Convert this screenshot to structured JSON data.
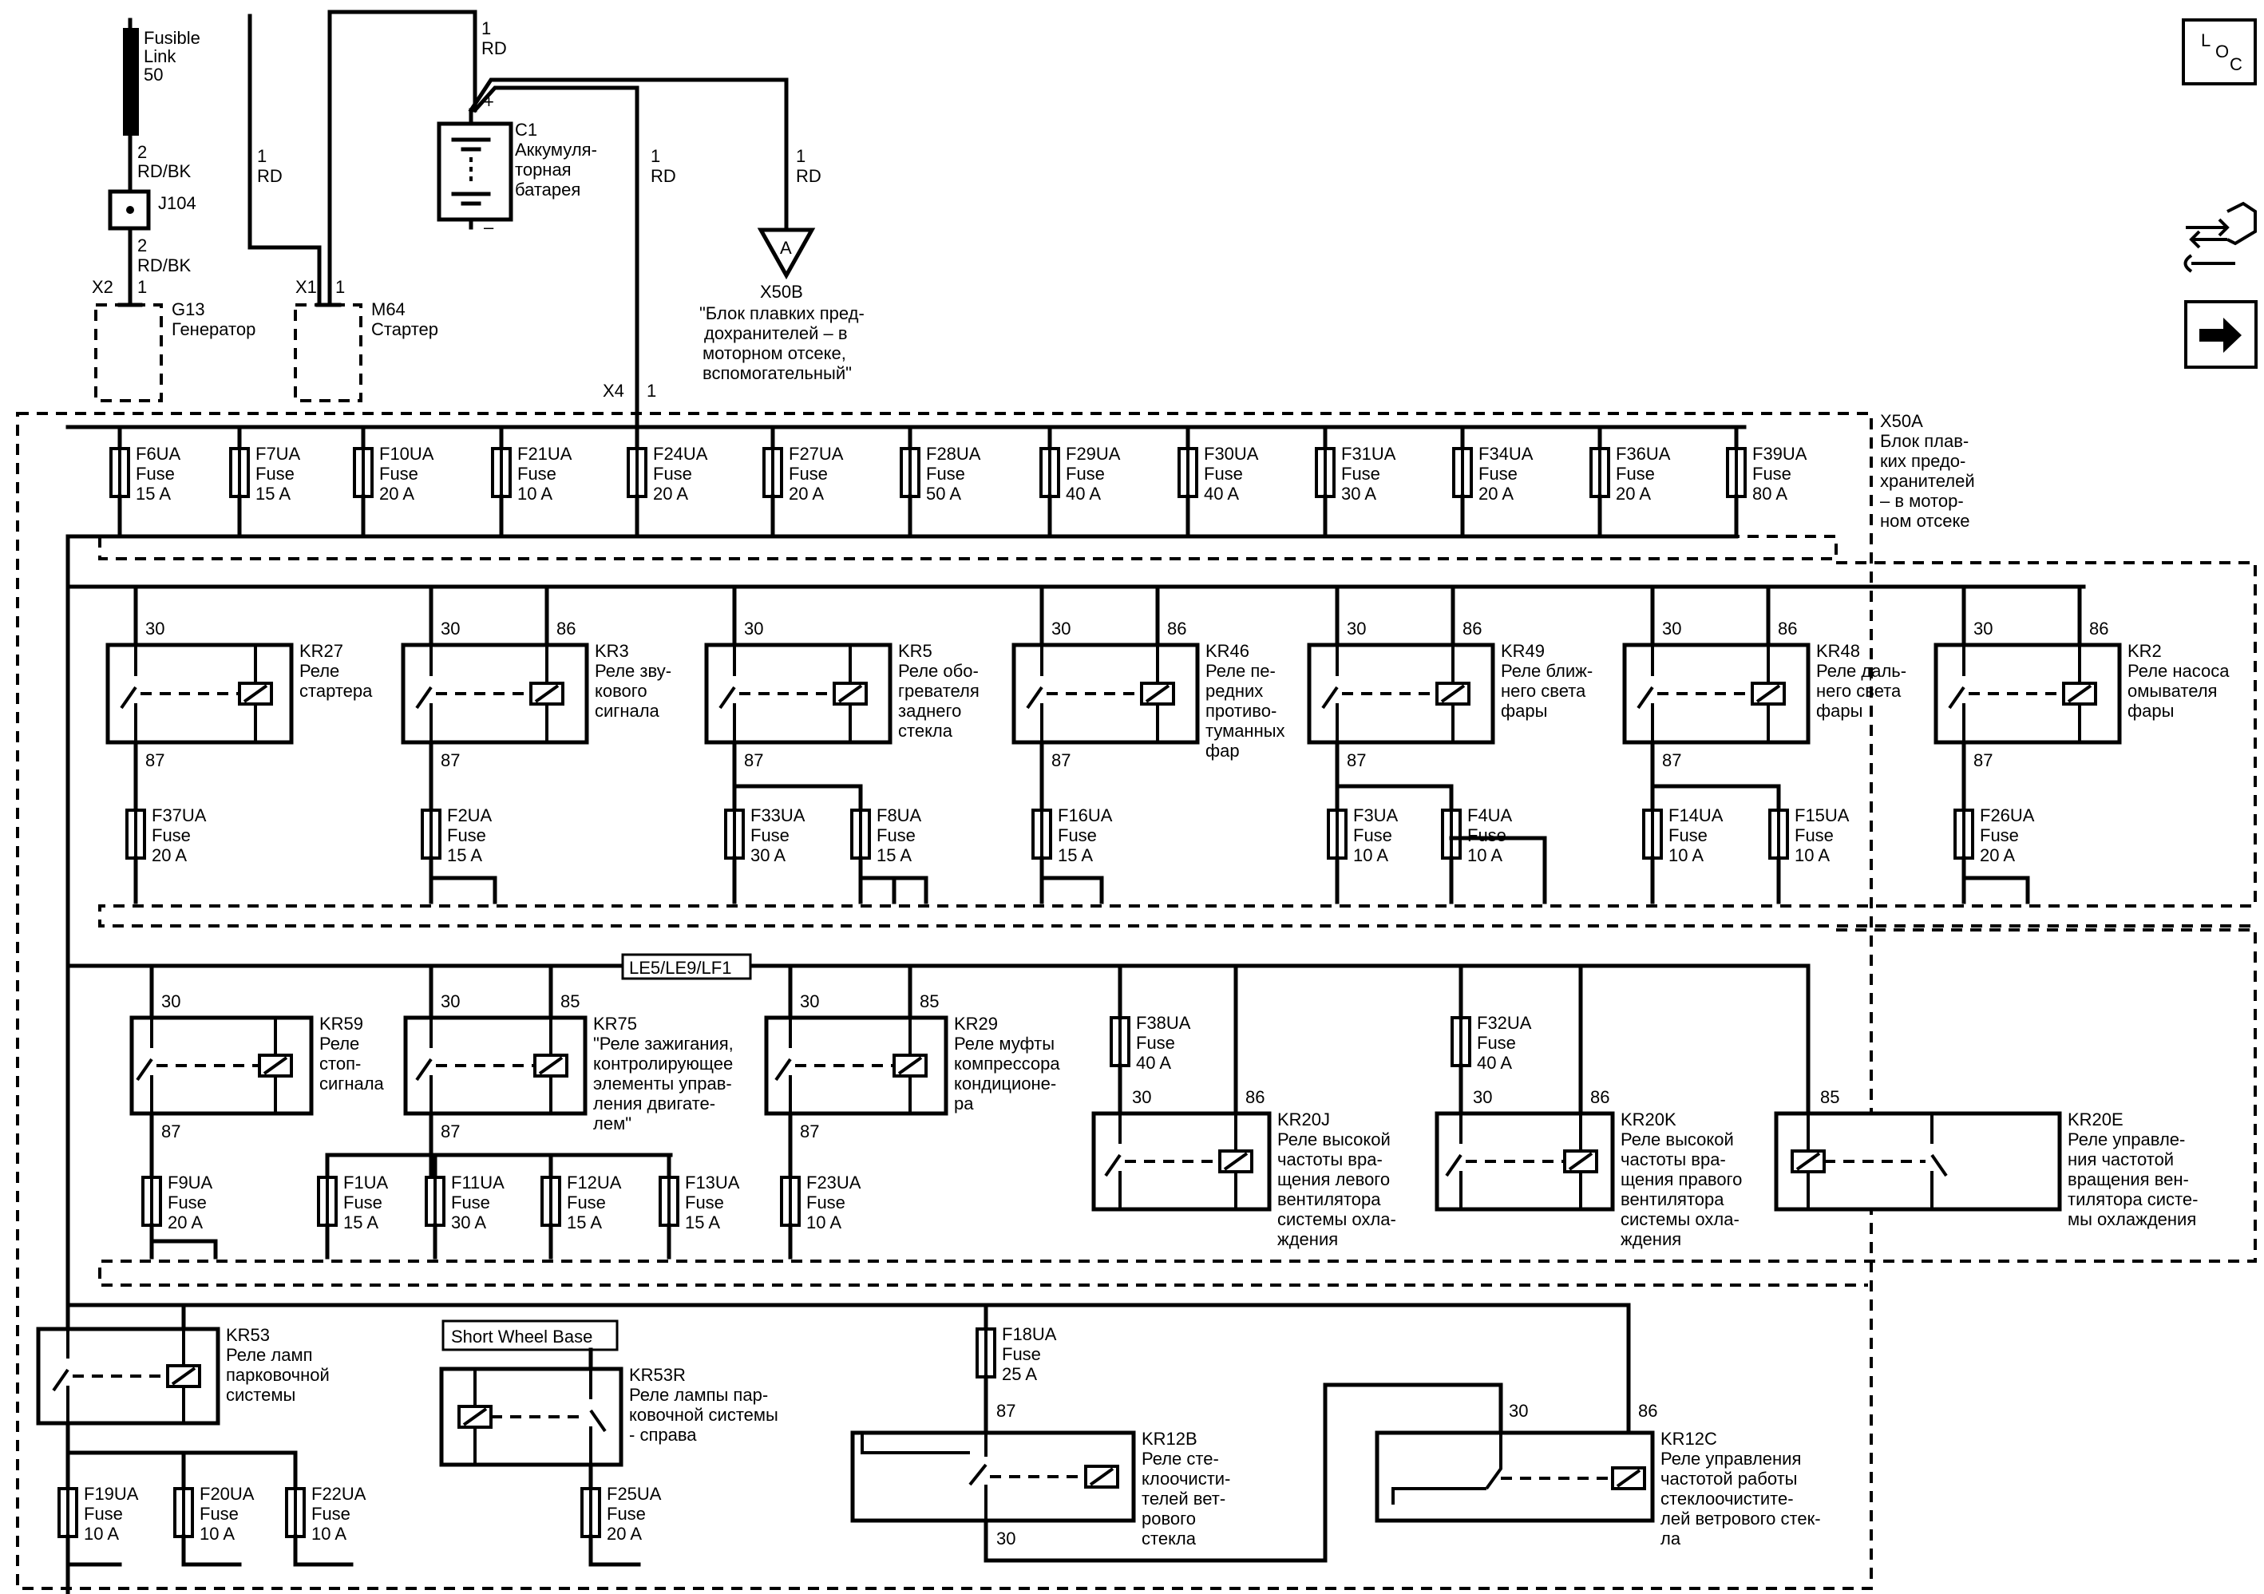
{
  "top": {
    "fusible_link": [
      "Fusible",
      "Link",
      "50"
    ],
    "j104": "J104",
    "wire_rdbk": [
      "2",
      "RD/BK"
    ],
    "wire_1rd": [
      "1",
      "RD"
    ],
    "battery": [
      "C1",
      "Аккумуля-",
      "торная",
      "батарея"
    ],
    "battery_plus": "+",
    "battery_minus": "–",
    "x2": "X2",
    "x2_pin": "1",
    "x1": "X1",
    "x1_pin": "1",
    "generator": [
      "G13",
      "Генератор"
    ],
    "starter": [
      "M64",
      "Стартер"
    ],
    "x4": "X4",
    "x4_pin": "1",
    "x50b_letter": "A",
    "x50b": [
      "X50B",
      "\"Блок плавких пред-",
      "дохранителей – в",
      "моторном отсеке,",
      "вспомогательный\""
    ]
  },
  "x50a": [
    "X50A",
    "Блок плав-",
    "ких предо-",
    "хранителей",
    "– в мотор-",
    "ном отсеке"
  ],
  "icons": {
    "loc": [
      "L",
      "O",
      "C"
    ]
  },
  "fuse_word": "Fuse",
  "row1_fuses": [
    {
      "name": "F6UA",
      "amp": "15 A"
    },
    {
      "name": "F7UA",
      "amp": "15 A"
    },
    {
      "name": "F10UA",
      "amp": "20 A"
    },
    {
      "name": "F21UA",
      "amp": "10 A"
    },
    {
      "name": "F24UA",
      "amp": "20 A"
    },
    {
      "name": "F27UA",
      "amp": "20 A"
    },
    {
      "name": "F28UA",
      "amp": "50 A"
    },
    {
      "name": "F29UA",
      "amp": "40 A"
    },
    {
      "name": "F30UA",
      "amp": "40 A"
    },
    {
      "name": "F31UA",
      "amp": "30 A"
    },
    {
      "name": "F34UA",
      "amp": "20 A"
    },
    {
      "name": "F36UA",
      "amp": "20 A"
    },
    {
      "name": "F39UA",
      "amp": "80 A"
    }
  ],
  "row2_relays": [
    {
      "id": "KR27",
      "desc": [
        "Реле",
        "стартера"
      ],
      "p30": "30",
      "p86": "",
      "p87": "87"
    },
    {
      "id": "KR3",
      "desc": [
        "Реле зву-",
        "кового",
        "сигнала"
      ],
      "p30": "30",
      "p86": "86",
      "p87": "87"
    },
    {
      "id": "KR5",
      "desc": [
        "Реле обо-",
        "гревателя",
        "заднего",
        "стекла"
      ],
      "p30": "30",
      "p86": "",
      "p87": "87"
    },
    {
      "id": "KR46",
      "desc": [
        "Реле пе-",
        "редних",
        "противо-",
        "туманных",
        "фар"
      ],
      "p30": "30",
      "p86": "86",
      "p87": "87"
    },
    {
      "id": "KR49",
      "desc": [
        "Реле ближ-",
        "него света",
        "фары"
      ],
      "p30": "30",
      "p86": "86",
      "p87": "87"
    },
    {
      "id": "KR48",
      "desc": [
        "Реле даль-",
        "него света",
        "фары"
      ],
      "p30": "30",
      "p86": "86",
      "p87": "87"
    },
    {
      "id": "KR2",
      "desc": [
        "Реле насоса",
        "омывателя",
        "фары"
      ],
      "p30": "30",
      "p86": "86",
      "p87": "87"
    }
  ],
  "row2_fuses": [
    {
      "name": "F37UA",
      "amp": "20 A"
    },
    {
      "name": "F2UA",
      "amp": "15 A"
    },
    {
      "name": "F33UA",
      "amp": "30 A"
    },
    {
      "name": "F8UA",
      "amp": "15 A"
    },
    {
      "name": "F16UA",
      "amp": "15 A"
    },
    {
      "name": "F3UA",
      "amp": "10 A"
    },
    {
      "name": "F4UA",
      "amp": "10 A"
    },
    {
      "name": "F14UA",
      "amp": "10 A"
    },
    {
      "name": "F15UA",
      "amp": "10 A"
    },
    {
      "name": "F26UA",
      "amp": "20 A"
    }
  ],
  "row3_tag": "LE5/LE9/LF1",
  "row3_relays": [
    {
      "id": "KR59",
      "desc": [
        "Реле",
        "стоп-",
        "сигнала"
      ],
      "p30": "30",
      "p85": "",
      "p87": "87"
    },
    {
      "id": "KR75",
      "desc": [
        "\"Реле зажигания,",
        "контролирующее",
        "элементы управ-",
        "ления двигате-",
        "лем\""
      ],
      "p30": "30",
      "p85": "85",
      "p87": "87"
    },
    {
      "id": "KR29",
      "desc": [
        "Реле муфты",
        "компрессора",
        "кондиционе-",
        "ра"
      ],
      "p30": "30",
      "p85": "85",
      "p87": "87"
    }
  ],
  "row3_fuses": [
    {
      "name": "F9UA",
      "amp": "20 A"
    },
    {
      "name": "F1UA",
      "amp": "15 A"
    },
    {
      "name": "F11UA",
      "amp": "30 A"
    },
    {
      "name": "F12UA",
      "amp": "15 A"
    },
    {
      "name": "F13UA",
      "amp": "15 A"
    },
    {
      "name": "F23UA",
      "amp": "10 A"
    },
    {
      "name": "F38UA",
      "amp": "40 A"
    },
    {
      "name": "F32UA",
      "amp": "40 A"
    }
  ],
  "row3_fan_relays": [
    {
      "id": "KR20J",
      "desc": [
        "Реле высокой",
        "частоты вра-",
        "щения левого",
        "вентилятора",
        "системы охла-",
        "ждения"
      ],
      "p30": "30",
      "p86": "86"
    },
    {
      "id": "KR20K",
      "desc": [
        "Реле высокой",
        "частоты вра-",
        "щения правого",
        "вентилятора",
        "системы охла-",
        "ждения"
      ],
      "p30": "30",
      "p86": "86"
    },
    {
      "id": "KR20E",
      "desc": [
        "Реле управле-",
        "ния частотой",
        "вращения вен-",
        "тилятора систе-",
        "мы охлаждения"
      ],
      "p85": "85"
    }
  ],
  "row4": {
    "kr53": {
      "id": "KR53",
      "desc": [
        "Реле ламп",
        "парковочной",
        "системы"
      ]
    },
    "swb_tag": "Short Wheel Base",
    "kr53r": {
      "id": "KR53R",
      "desc": [
        "Реле лампы пар-",
        "ковочной системы",
        "- справа"
      ]
    },
    "kr12b": {
      "id": "KR12B",
      "desc": [
        "Реле сте-",
        "клоочисти-",
        "телей вет-",
        "рового",
        "стекла"
      ],
      "p87": "87",
      "p30": "30"
    },
    "kr12c": {
      "id": "KR12C",
      "desc": [
        "Реле управления",
        "частотой работы",
        "стеклоочистите-",
        "лей ветрового стек-",
        "ла"
      ],
      "p30": "30",
      "p86": "86"
    },
    "fuses": [
      {
        "name": "F18UA",
        "amp": "25 A"
      },
      {
        "name": "F19UA",
        "amp": "10 A"
      },
      {
        "name": "F20UA",
        "amp": "10 A"
      },
      {
        "name": "F22UA",
        "amp": "10 A"
      },
      {
        "name": "F25UA",
        "amp": "20 A"
      }
    ]
  }
}
